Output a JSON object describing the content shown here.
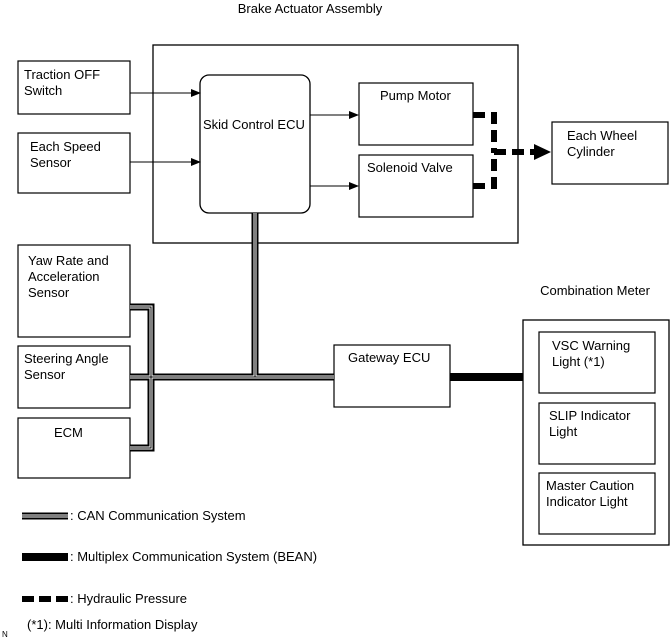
{
  "brake_actuator": {
    "title": "Brake Actuator Assembly"
  },
  "combination_meter": {
    "title": "Combination Meter"
  },
  "boxes": {
    "traction_off": [
      "Traction OFF",
      "Switch"
    ],
    "speed_sensor": [
      "Each Speed",
      "Sensor"
    ],
    "skid_ecu": [
      "Skid Control ECU"
    ],
    "pump_motor": [
      "Pump Motor"
    ],
    "solenoid_valve": [
      "Solenoid Valve"
    ],
    "wheel_cylinder": [
      "Each Wheel",
      "Cylinder"
    ],
    "yaw_rate": [
      "Yaw Rate and",
      "Acceleration",
      "Sensor"
    ],
    "steering_angle": [
      "Steering Angle",
      "Sensor"
    ],
    "ecm": [
      "ECM"
    ],
    "gateway_ecu": [
      "Gateway ECU"
    ],
    "vsc_warning": [
      "VSC Warning",
      "Light (*1)"
    ],
    "slip_indicator": [
      "SLIP Indicator",
      "Light"
    ],
    "master_caution": [
      "Master Caution",
      "Indicator Light"
    ]
  },
  "legend": {
    "can": ": CAN Communication System",
    "multiplex": ": Multiplex Communication System (BEAN)",
    "hydraulic": ": Hydraulic Pressure"
  },
  "footnote": "(*1): Multi Information Display",
  "corner_mark": "N"
}
